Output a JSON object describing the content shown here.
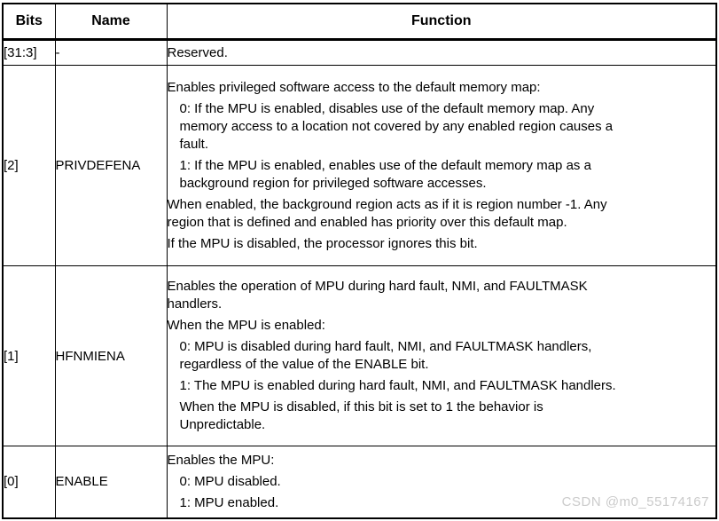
{
  "watermark": "CSDN @m0_55174167",
  "colors": {
    "border": "#000000",
    "text": "#000000",
    "background": "#ffffff",
    "watermark": "#cbcbcb"
  },
  "table": {
    "headers": {
      "bits": "Bits",
      "name": "Name",
      "function": "Function"
    },
    "rows": [
      {
        "bits": "[31:3]",
        "name": "-",
        "function_lines": [
          {
            "t": "Reserved.",
            "indent": 0,
            "new_paragraph": false
          }
        ]
      },
      {
        "bits": "[2]",
        "name": "PRIVDEFENA",
        "function_lines": [
          {
            "t": "Enables privileged software access to the default memory map:",
            "indent": 0,
            "new_paragraph": false
          },
          {
            "t": "0: If the MPU is enabled, disables use of the default memory map. Any",
            "indent": 1,
            "new_paragraph": true
          },
          {
            "t": "memory access to a location not covered by any enabled region causes a",
            "indent": 1,
            "new_paragraph": false
          },
          {
            "t": "fault.",
            "indent": 1,
            "new_paragraph": false
          },
          {
            "t": "1: If the MPU is enabled, enables use of the default memory map as a",
            "indent": 1,
            "new_paragraph": true
          },
          {
            "t": "background region for privileged software accesses.",
            "indent": 1,
            "new_paragraph": false
          },
          {
            "t": "When enabled, the background region acts as if it is region number -1. Any",
            "indent": 0,
            "new_paragraph": true
          },
          {
            "t": "region that is defined and enabled has priority over this default map.",
            "indent": 0,
            "new_paragraph": false
          },
          {
            "t": "If the MPU is disabled, the processor ignores this bit.",
            "indent": 0,
            "new_paragraph": true
          }
        ]
      },
      {
        "bits": "[1]",
        "name": "HFNMIENA",
        "function_lines": [
          {
            "t": "Enables the operation of MPU during hard fault, NMI, and FAULTMASK",
            "indent": 0,
            "new_paragraph": false
          },
          {
            "t": "handlers.",
            "indent": 0,
            "new_paragraph": false
          },
          {
            "t": "When the MPU is enabled:",
            "indent": 0,
            "new_paragraph": true
          },
          {
            "t": "0: MPU is disabled during hard fault, NMI, and FAULTMASK handlers,",
            "indent": 1,
            "new_paragraph": true
          },
          {
            "t": "regardless of the value of the ENABLE bit.",
            "indent": 1,
            "new_paragraph": false
          },
          {
            "t": "1: The MPU is enabled during hard fault, NMI, and FAULTMASK handlers.",
            "indent": 1,
            "new_paragraph": true
          },
          {
            "t": "When the MPU is disabled, if this bit is set to 1 the behavior is",
            "indent": 1,
            "new_paragraph": true
          },
          {
            "t": "Unpredictable.",
            "indent": 1,
            "new_paragraph": false
          }
        ]
      },
      {
        "bits": "[0]",
        "name": "ENABLE",
        "function_lines": [
          {
            "t": "Enables the MPU:",
            "indent": 0,
            "new_paragraph": false
          },
          {
            "t": "0: MPU disabled.",
            "indent": 1,
            "new_paragraph": true
          },
          {
            "t": "1: MPU enabled.",
            "indent": 1,
            "new_paragraph": true
          }
        ]
      }
    ]
  }
}
